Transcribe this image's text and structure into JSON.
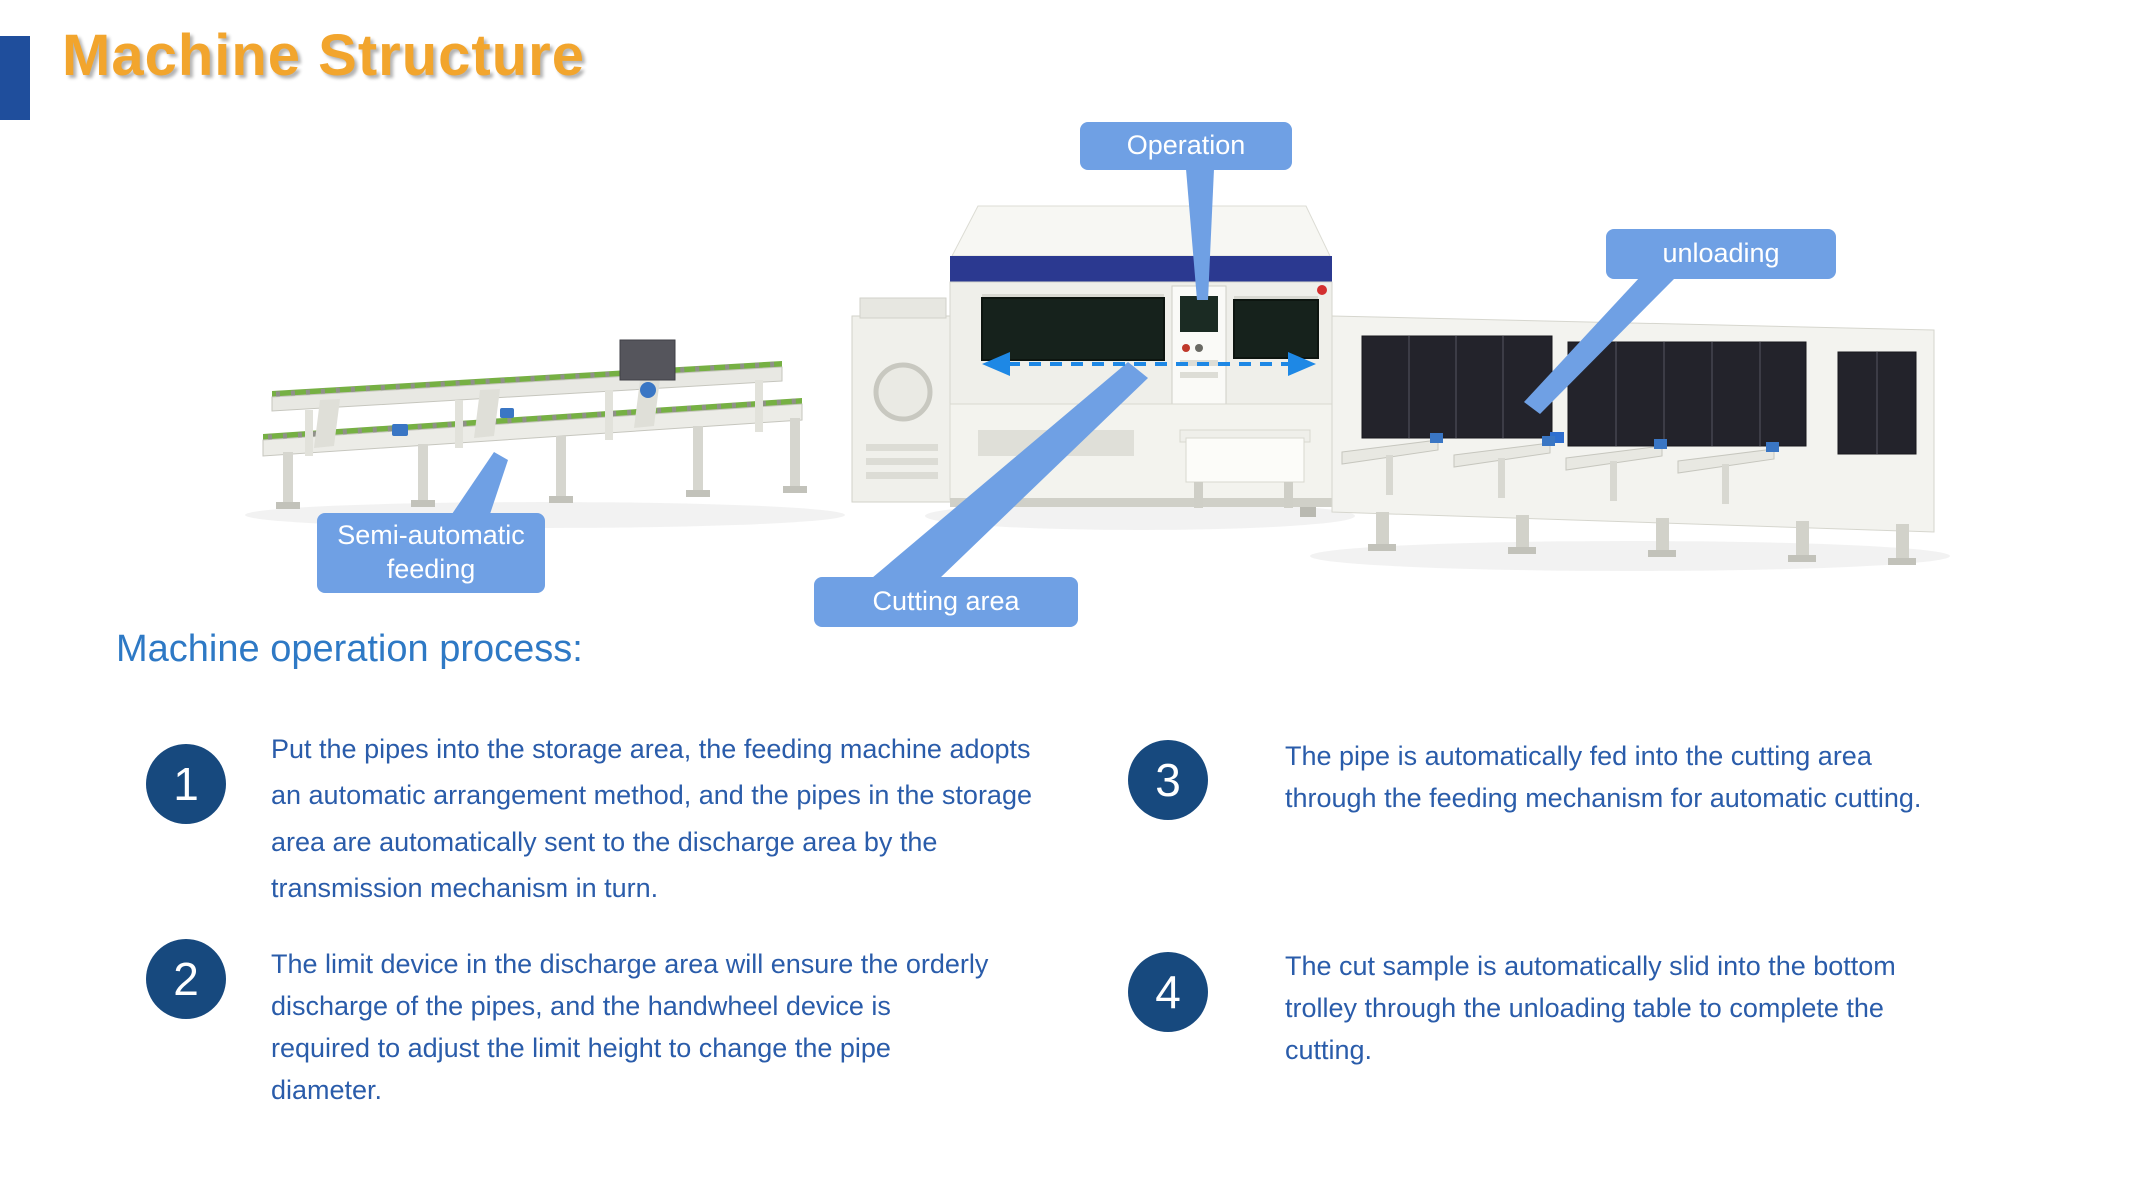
{
  "slide": {
    "title": "Machine Structure",
    "section_heading": "Machine operation process:"
  },
  "callouts": {
    "operation": {
      "label": "Operation"
    },
    "unloading": {
      "label": "unloading"
    },
    "semi_automatic_feeding": {
      "label": "Semi-automatic feeding"
    },
    "cutting_area": {
      "label": "Cutting area"
    }
  },
  "steps": [
    {
      "number": "1",
      "text": "Put the pipes into the storage area, the feeding machine adopts an automatic arrangement method, and the pipes in the storage area are automatically sent to the discharge area by the transmission mechanism in turn."
    },
    {
      "number": "2",
      "text": "The limit device in the discharge area will ensure the orderly discharge of the pipes, and the handwheel device is required to adjust the limit height to change the pipe diameter."
    },
    {
      "number": "3",
      "text": "The pipe is automatically fed into the cutting area through the feeding mechanism for automatic cutting."
    },
    {
      "number": "4",
      "text": "The cut sample is automatically slid into the bottom trolley through the unloading table to complete the cutting."
    }
  ],
  "colors": {
    "title": "#F2A52D",
    "accent_bar": "#1F4E9C",
    "callout_bg": "#6FA0E4",
    "callout_text": "#FFFFFF",
    "heading": "#2E79C5",
    "step_circle": "#17497E",
    "step_number": "#FFFFFF",
    "body_text": "#2A5CAA",
    "arrow": "#1E88E5",
    "machine_stripe": "#2B3990",
    "machine_panel": "#23232B",
    "conveyor_green": "#76B043"
  }
}
